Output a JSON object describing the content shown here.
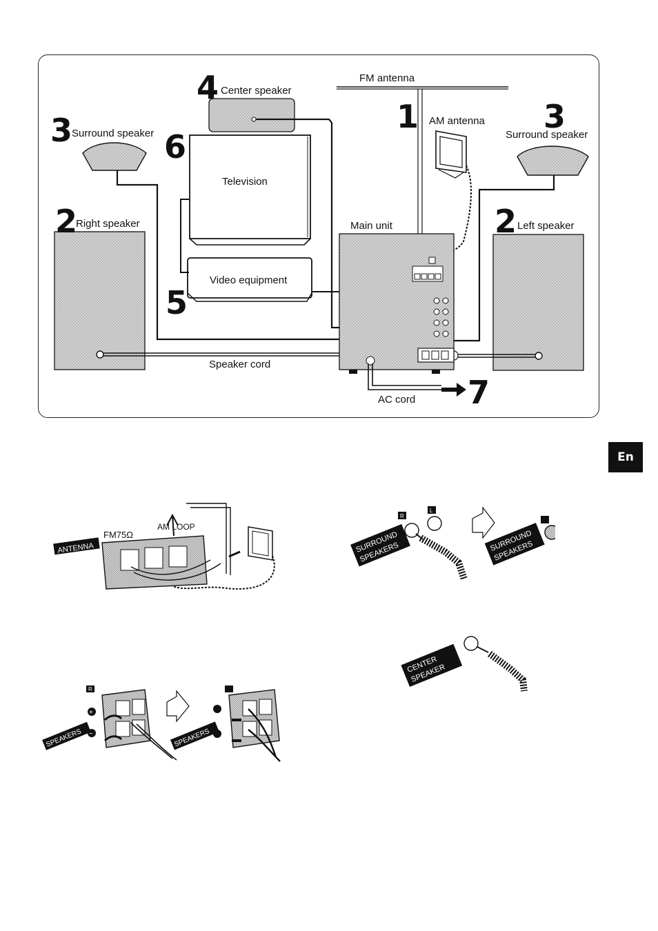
{
  "main_diagram": {
    "fm_antenna": "FM antenna",
    "am_antenna": "AM antenna",
    "center_speaker": "Center speaker",
    "surround_speaker_left": "Surround speaker",
    "surround_speaker_right": "Surround speaker",
    "right_speaker": "Right speaker",
    "left_speaker": "Left speaker",
    "television": "Television",
    "video_equipment": "Video equipment",
    "main_unit": "Main unit",
    "speaker_cord": "Speaker cord",
    "ac_cord": "AC cord",
    "step_1": "1",
    "step_2_right": "2",
    "step_2_left": "2",
    "step_3_left": "3",
    "step_3_right": "3",
    "step_4": "4",
    "step_5": "5",
    "step_6": "6",
    "step_7": "7"
  },
  "language_tab": "En",
  "details": {
    "antenna_terminal_label": "ANTENNA",
    "antenna_fm_label": "FM75Ω",
    "antenna_loop_label": "AM LOOP",
    "surround_label_1": "SURROUND",
    "surround_label_2": "SPEAKERS",
    "surround_r": "R",
    "surround_l": "L",
    "center_label_1": "CENTER",
    "center_label_2": "SPEAKER",
    "speakers_label": "SPEAKERS",
    "speakers_r": "R",
    "plus_sign": "+",
    "minus_sign": "−"
  },
  "colors": {
    "hatch": "#c8c8c8",
    "ink": "#111111",
    "tab_bg": "#111111"
  }
}
